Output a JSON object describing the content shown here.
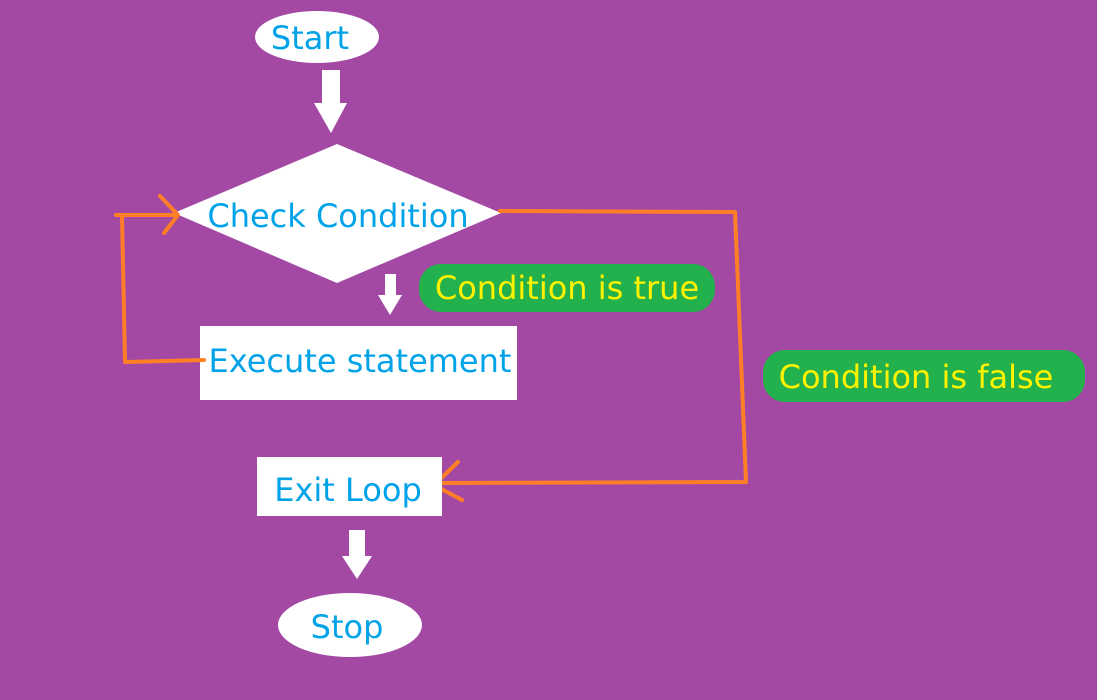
{
  "colors": {
    "background": "#a349a4",
    "node_fill": "#ffffff",
    "node_text": "#00a2e8",
    "arrow_white": "#ffffff",
    "loop_line": "#ff7f27",
    "badge_fill": "#22b14c",
    "badge_text": "#fff200"
  },
  "nodes": {
    "start": "Start",
    "check": "Check Condition",
    "execute": "Execute statement",
    "exit": "Exit Loop",
    "stop": "Stop"
  },
  "badges": {
    "true_label": "Condition is true",
    "false_label": "Condition is false"
  }
}
